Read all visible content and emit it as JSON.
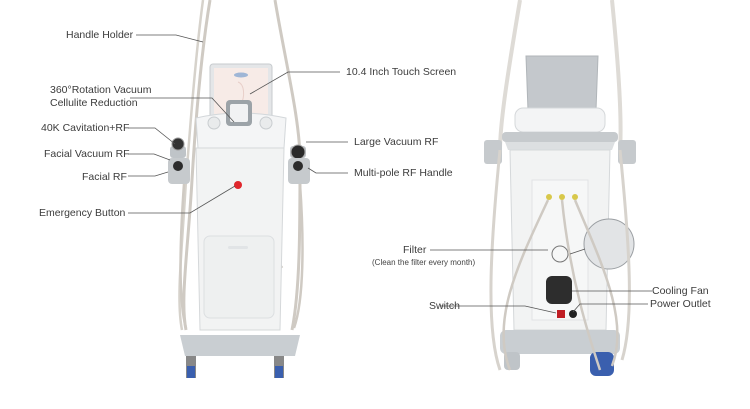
{
  "front_view": {
    "labels": {
      "handle_holder": "Handle Holder",
      "rotation_vacuum_line1": "360°Rotation Vacuum",
      "rotation_vacuum_line2": "Cellulite Reduction",
      "cavitation": "40K Cavitation+RF",
      "facial_vacuum": "Facial Vacuum RF",
      "facial_rf": "Facial RF",
      "emergency_button": "Emergency Button",
      "touch_screen": "10.4 Inch Touch Screen",
      "large_vacuum": "Large Vacuum RF",
      "multipole": "Multi-pole RF Handle"
    }
  },
  "back_view": {
    "labels": {
      "filter": "Filter",
      "filter_note": "(Clean the filter every month)",
      "switch": "Switch",
      "cooling_fan": "Cooling Fan",
      "power_outlet": "Power Outlet"
    }
  },
  "colors": {
    "body": "#f2f3f3",
    "trim": "#c9cdd0",
    "cable": "#cfcac3",
    "emergency": "#e0262c",
    "wheel": "#3a5fae",
    "line": "#555555"
  }
}
